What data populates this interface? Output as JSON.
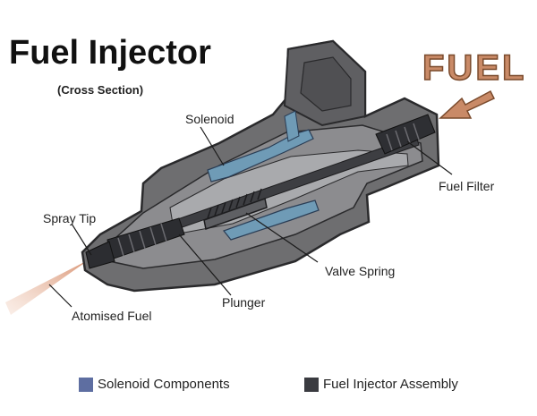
{
  "title": "Fuel Injector",
  "subtitle": "(Cross Section)",
  "fuel_label": "FUEL",
  "callouts": {
    "solenoid": "Solenoid",
    "fuel_filter": "Fuel Filter",
    "spray_tip": "Spray Tip",
    "valve_spring": "Valve Spring",
    "plunger": "Plunger",
    "atomised_fuel": "Atomised Fuel"
  },
  "legend": {
    "items": [
      {
        "label": "Solenoid Components",
        "color": "#5e6ea1"
      },
      {
        "label": "Fuel Injector Assembly",
        "color": "#3a3b40"
      }
    ]
  },
  "colors": {
    "body": "#6e6e70",
    "body_dark": "#3f4043",
    "cavity": "#a9aaad",
    "solenoid": "#6f9bb6",
    "arrow": "#c98a67",
    "spray": "#e8b79c"
  }
}
